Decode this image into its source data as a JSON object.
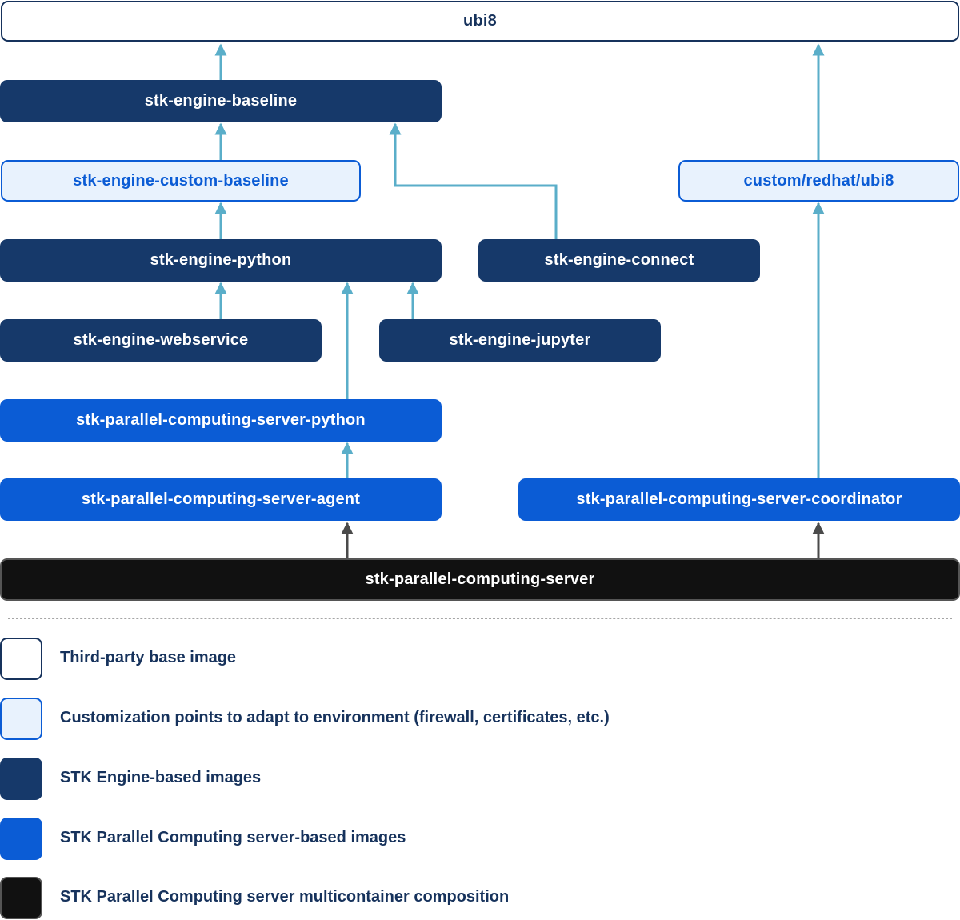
{
  "nodes": {
    "ubi8": "ubi8",
    "baseline": "stk-engine-baseline",
    "custom_baseline": "stk-engine-custom-baseline",
    "custom_ubi8": "custom/redhat/ubi8",
    "python": "stk-engine-python",
    "connect": "stk-engine-connect",
    "webservice": "stk-engine-webservice",
    "jupyter": "stk-engine-jupyter",
    "pcs_python": "stk-parallel-computing-server-python",
    "pcs_agent": "stk-parallel-computing-server-agent",
    "pcs_coordinator": "stk-parallel-computing-server-coordinator",
    "pcs": "stk-parallel-computing-server"
  },
  "legend": [
    {
      "type": "third-party",
      "label": "Third-party base image"
    },
    {
      "type": "custom",
      "label": "Customization points to adapt to environment (firewall, certificates, etc.)"
    },
    {
      "type": "engine",
      "label": "STK Engine-based images"
    },
    {
      "type": "pcs",
      "label": "STK Parallel Computing server-based images"
    },
    {
      "type": "composition",
      "label": "STK Parallel Computing server multicontainer composition"
    }
  ],
  "colors": {
    "third_party_border": "#16325c",
    "custom_fill": "#e8f2fd",
    "custom_border": "#0b5cd5",
    "engine_fill": "#16396a",
    "pcs_fill": "#0b5cd5",
    "composition_fill": "#111111",
    "arrow_light": "#5aaec9",
    "arrow_dark": "#4a4a4a"
  }
}
